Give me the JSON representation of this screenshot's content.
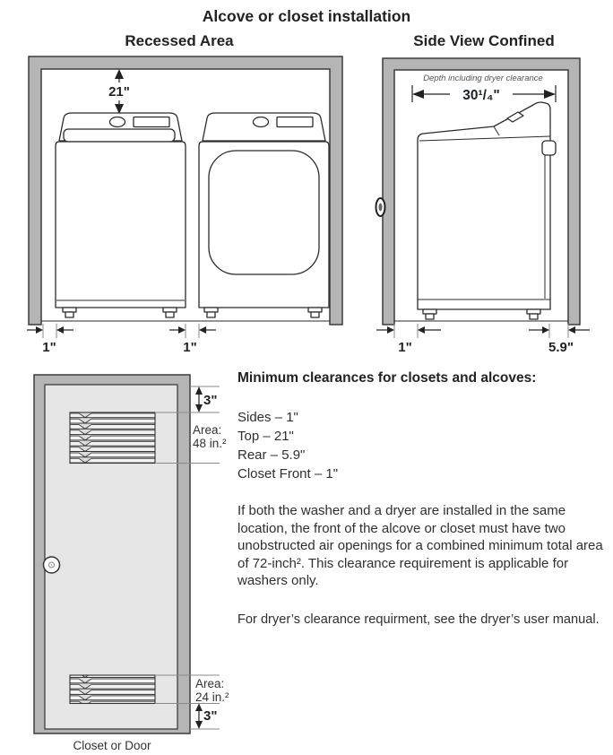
{
  "title": "Alcove or closet installation",
  "recessed": {
    "label": "Recessed Area",
    "dim_top": "21\"",
    "dim_side": "1\"",
    "dim_between": "1\""
  },
  "side": {
    "label": "Side View Confined",
    "depth_note": "Depth including dryer clearance",
    "depth_value": "30¹/₄\"",
    "dim_front": "1\"",
    "dim_rear": "5.9\""
  },
  "door": {
    "dim_top": "3\"",
    "area_top_label": "Area:",
    "area_top_value": "48 in.²",
    "area_bottom_label": "Area:",
    "area_bottom_value": "24 in.²",
    "dim_bottom": "3\"",
    "caption": "Closet or Door"
  },
  "clearances": {
    "heading": "Minimum clearances for closets and alcoves:",
    "items": [
      "Sides – 1\"",
      "Top – 21\"",
      "Rear – 5.9\"",
      "Closet Front – 1\""
    ],
    "note_combined": "If both the washer and a dryer are installed in the same location, the front of the alcove or closet must have two unobstructed air openings for a combined minimum total area of 72-inch². This clearance requirement is applicable for washers only.",
    "note_dryer": "For dryer’s clearance requirment, see the dryer’s user manual."
  },
  "colors": {
    "wall_gray": "#b5b5b5",
    "door_leaf_gray": "#e6e6e6",
    "line": "#2b2b2b"
  }
}
